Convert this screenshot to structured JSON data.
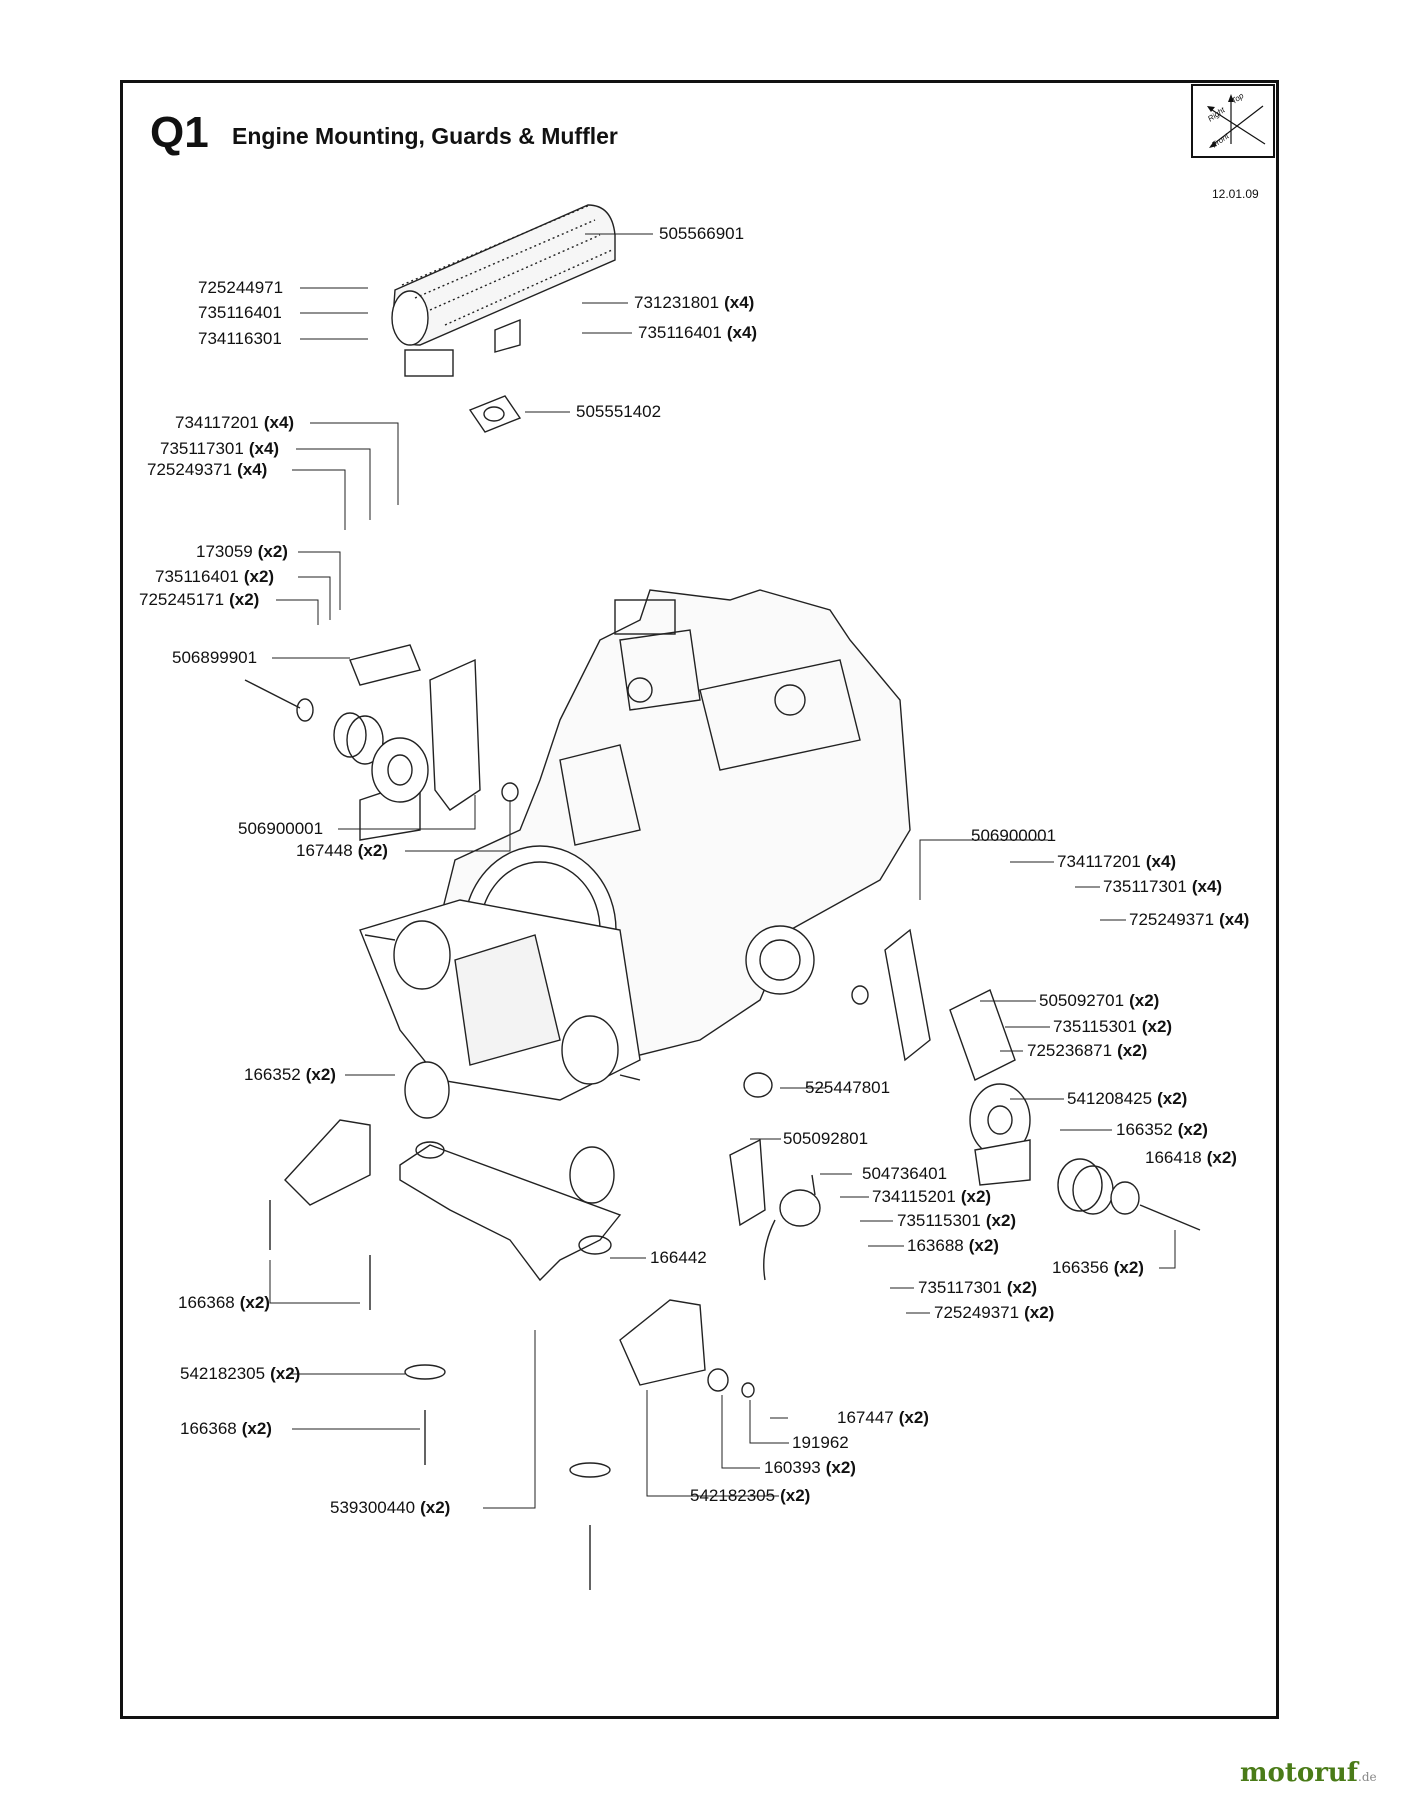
{
  "header": {
    "section_code": "Q1",
    "section_title": "Engine Mounting, Guards & Muffler",
    "date": "12.01.09"
  },
  "orientation": {
    "top": "Top",
    "right": "Right",
    "front": "Front"
  },
  "watermark": {
    "brand": "motoruf",
    "suffix": ".de"
  },
  "parts": {
    "p505566901": {
      "code": "505566901",
      "qty": ""
    },
    "p725244971": {
      "code": "725244971",
      "qty": ""
    },
    "p735116401a": {
      "code": "735116401",
      "qty": ""
    },
    "p734116301": {
      "code": "734116301",
      "qty": ""
    },
    "p731231801": {
      "code": "731231801",
      "qty": "(x4)"
    },
    "p735116401b": {
      "code": "735116401",
      "qty": "(x4)"
    },
    "p505551402": {
      "code": "505551402",
      "qty": ""
    },
    "p734117201a": {
      "code": "734117201",
      "qty": "(x4)"
    },
    "p735117301a": {
      "code": "735117301",
      "qty": "(x4)"
    },
    "p725249371a": {
      "code": "725249371",
      "qty": "(x4)"
    },
    "p173059": {
      "code": "173059",
      "qty": "(x2)"
    },
    "p735116401c": {
      "code": "735116401",
      "qty": "(x2)"
    },
    "p725245171": {
      "code": "725245171",
      "qty": "(x2)"
    },
    "p506899901": {
      "code": "506899901",
      "qty": ""
    },
    "p506900001a": {
      "code": "506900001",
      "qty": ""
    },
    "p167448": {
      "code": "167448",
      "qty": "(x2)"
    },
    "p506900001b": {
      "code": "506900001",
      "qty": ""
    },
    "p734117201b": {
      "code": "734117201",
      "qty": "(x4)"
    },
    "p735117301b": {
      "code": "735117301",
      "qty": "(x4)"
    },
    "p725249371b": {
      "code": "725249371",
      "qty": "(x4)"
    },
    "p505092701": {
      "code": "505092701",
      "qty": "(x2)"
    },
    "p735115301a": {
      "code": "735115301",
      "qty": "(x2)"
    },
    "p725236871": {
      "code": "725236871",
      "qty": "(x2)"
    },
    "p166352a": {
      "code": "166352",
      "qty": "(x2)"
    },
    "p525447801": {
      "code": "525447801",
      "qty": ""
    },
    "p541208425": {
      "code": "541208425",
      "qty": "(x2)"
    },
    "p166352b": {
      "code": "166352",
      "qty": "(x2)"
    },
    "p505092801": {
      "code": "505092801",
      "qty": ""
    },
    "p166418": {
      "code": "166418",
      "qty": "(x2)"
    },
    "p504736401": {
      "code": "504736401",
      "qty": ""
    },
    "p734115201": {
      "code": "734115201",
      "qty": "(x2)"
    },
    "p735115301b": {
      "code": "735115301",
      "qty": "(x2)"
    },
    "p163688": {
      "code": "163688",
      "qty": "(x2)"
    },
    "p166442": {
      "code": "166442",
      "qty": ""
    },
    "p166356": {
      "code": "166356",
      "qty": "(x2)"
    },
    "p166368a": {
      "code": "166368",
      "qty": "(x2)"
    },
    "p735117301c": {
      "code": "735117301",
      "qty": "(x2)"
    },
    "p725249371c": {
      "code": "725249371",
      "qty": "(x2)"
    },
    "p542182305a": {
      "code": "542182305",
      "qty": "(x2)"
    },
    "p167447": {
      "code": "167447",
      "qty": "(x2)"
    },
    "p191962": {
      "code": "191962",
      "qty": ""
    },
    "p166368b": {
      "code": "166368",
      "qty": "(x2)"
    },
    "p160393": {
      "code": "160393",
      "qty": "(x2)"
    },
    "p542182305b": {
      "code": "542182305",
      "qty": "(x2)"
    },
    "p539300440": {
      "code": "539300440",
      "qty": "(x2)"
    }
  }
}
